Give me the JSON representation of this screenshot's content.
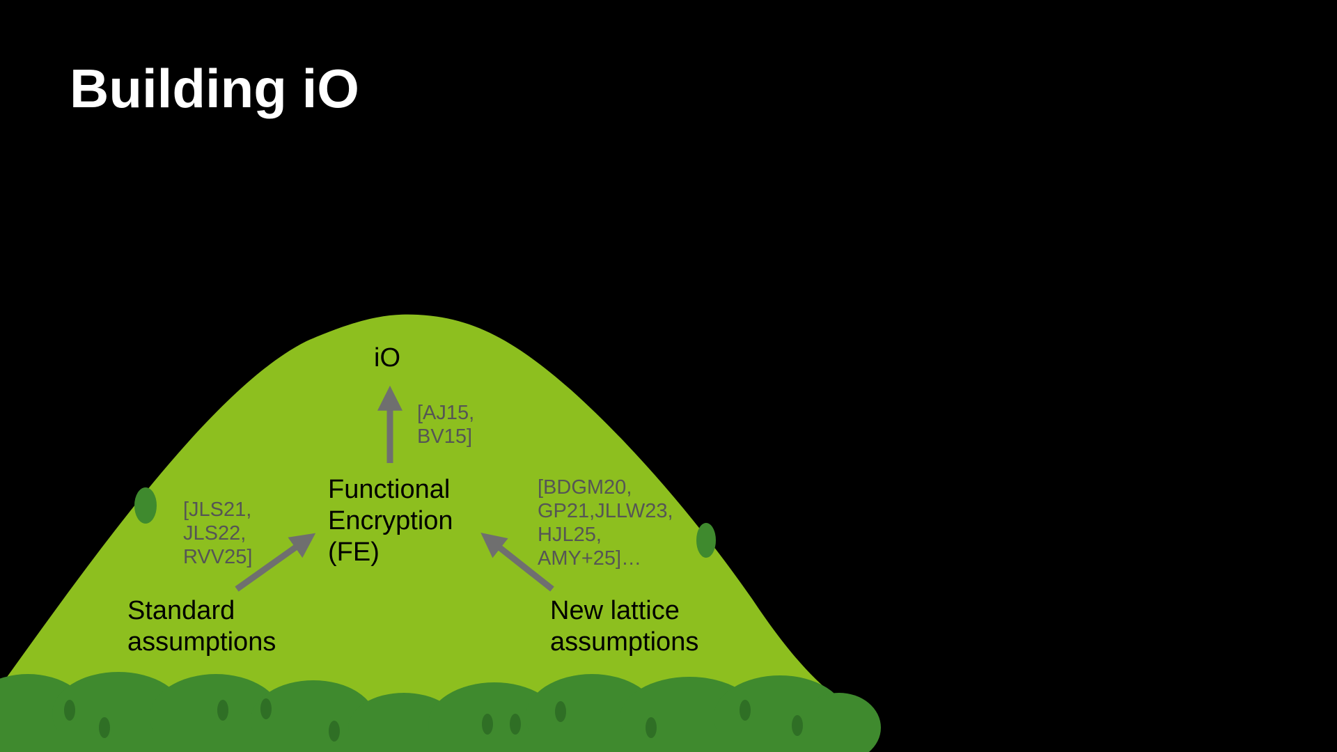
{
  "slide": {
    "title": "Building iO"
  },
  "diagram": {
    "nodes": {
      "io": {
        "label": "iO"
      },
      "fe": {
        "lines": [
          "Functional",
          "Encryption",
          "(FE)"
        ]
      },
      "standard": {
        "lines": [
          "Standard",
          "assumptions"
        ]
      },
      "lattice": {
        "lines": [
          "New lattice",
          "assumptions"
        ]
      }
    },
    "citations": {
      "fe_to_io": {
        "lines": [
          "[AJ15,",
          "BV15]"
        ]
      },
      "standard_to_fe": {
        "lines": [
          "[JLS21,",
          "JLS22,",
          "RVV25]"
        ]
      },
      "lattice_to_fe": {
        "lines": [
          "[BDGM20,",
          "GP21,JLLW23,",
          "HJL25,",
          "AMY+25]…"
        ]
      }
    },
    "edges": [
      {
        "from": "fe",
        "to": "io"
      },
      {
        "from": "standard",
        "to": "fe"
      },
      {
        "from": "lattice",
        "to": "fe"
      }
    ]
  },
  "colors": {
    "background": "#000000",
    "hill": "#8dbf1f",
    "bushes": "#3f8a2e",
    "bush_spots": "#2f6f25",
    "arrow": "#6f6f6f",
    "title": "#ffffff",
    "node_text": "#000000",
    "citation_text": "#555555"
  }
}
